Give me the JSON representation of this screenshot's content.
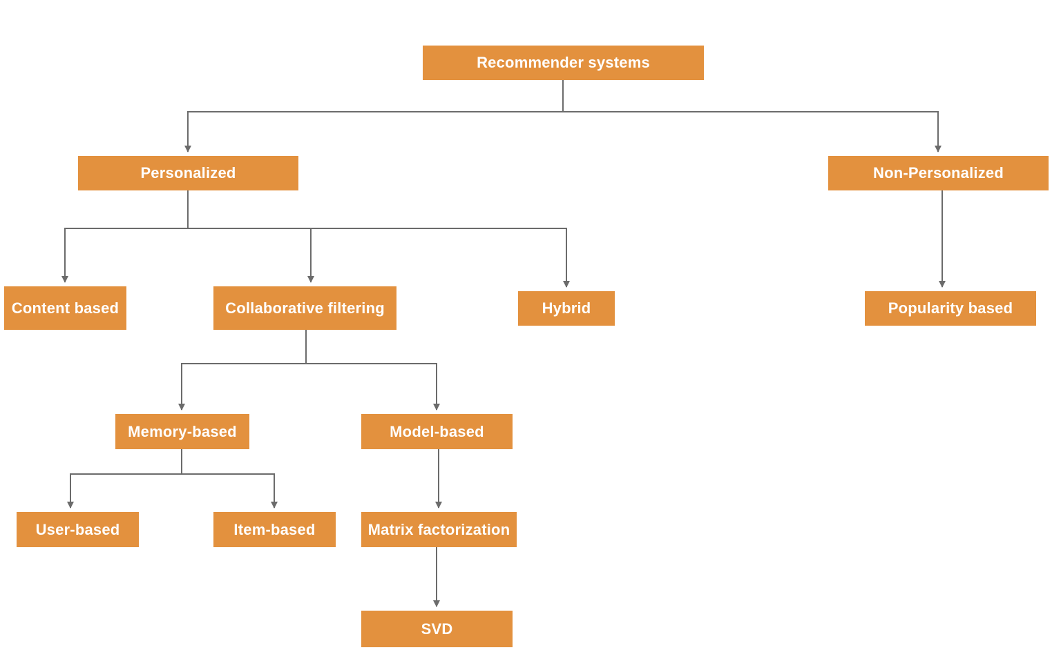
{
  "colors": {
    "node_fill": "#E3913E",
    "node_text": "#FFFFFF",
    "connector": "#6B6B6B",
    "background": "#FFFFFF"
  },
  "nodes": {
    "root": "Recommender systems",
    "personalized": "Personalized",
    "non_personalized": "Non-Personalized",
    "content_based": "Content based",
    "collaborative_filtering": "Collaborative filtering",
    "hybrid": "Hybrid",
    "popularity_based": "Popularity based",
    "memory_based": "Memory-based",
    "model_based": "Model-based",
    "user_based": "User-based",
    "item_based": "Item-based",
    "matrix_factorization": "Matrix factorization",
    "svd": "SVD"
  },
  "edges": [
    [
      "root",
      "personalized"
    ],
    [
      "root",
      "non_personalized"
    ],
    [
      "personalized",
      "content_based"
    ],
    [
      "personalized",
      "collaborative_filtering"
    ],
    [
      "personalized",
      "hybrid"
    ],
    [
      "non_personalized",
      "popularity_based"
    ],
    [
      "collaborative_filtering",
      "memory_based"
    ],
    [
      "collaborative_filtering",
      "model_based"
    ],
    [
      "memory_based",
      "user_based"
    ],
    [
      "memory_based",
      "item_based"
    ],
    [
      "model_based",
      "matrix_factorization"
    ],
    [
      "matrix_factorization",
      "svd"
    ]
  ]
}
